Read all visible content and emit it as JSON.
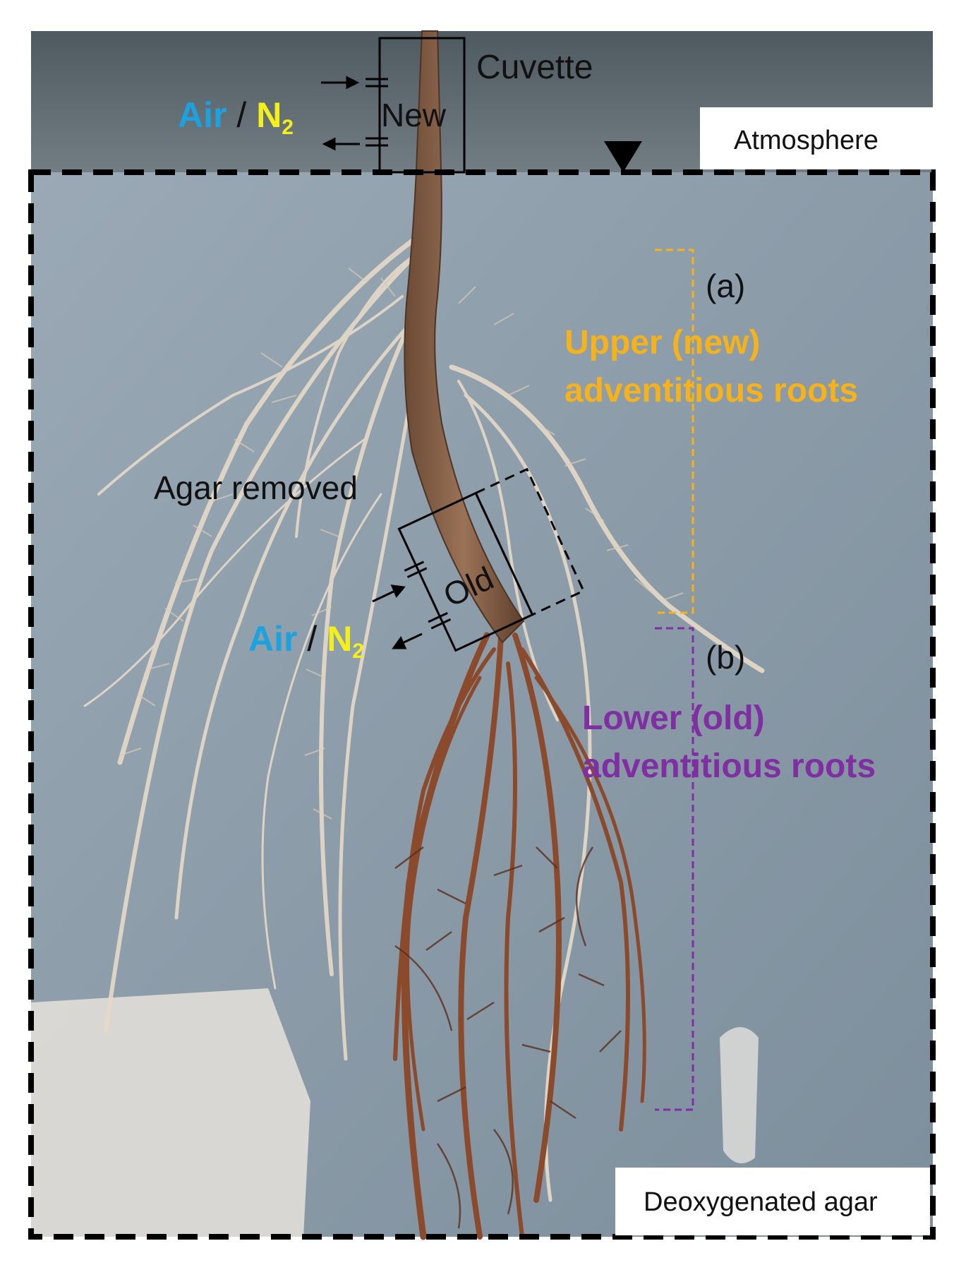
{
  "labels": {
    "cuvette": "Cuvette",
    "new": "New",
    "old": "Old",
    "atmosphere": "Atmosphere",
    "air": "Air",
    "slash": "/",
    "n2_base": "N",
    "n2_sub": "2",
    "agar_removed": "Agar removed",
    "tag_a": "(a)",
    "tag_b": "(b)",
    "upper_line1": "Upper (new)",
    "upper_line2": "adventitious roots",
    "lower_line1": "Lower (old)",
    "lower_line2": "adventitious roots",
    "deoxygenated_agar": "Deoxygenated agar"
  },
  "colors": {
    "air": "#1ba2df",
    "n2": "#f2ef1a",
    "upper_roots": "#f5b21a",
    "lower_roots": "#7f2fa1",
    "atmosphere_band": "#5a656c",
    "agar_background": "#8a9aa6"
  }
}
